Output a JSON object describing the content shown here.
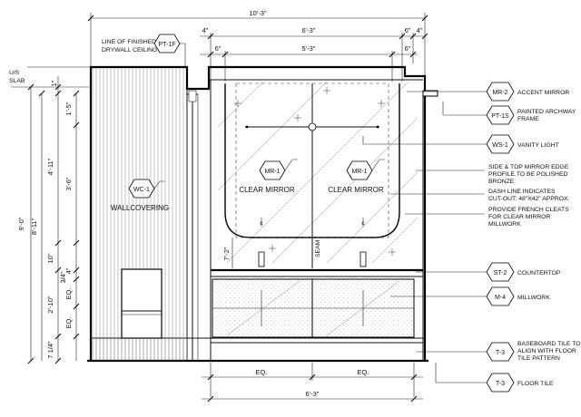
{
  "dims": {
    "overall_width": "10'-3\"",
    "w_4a": "4\"",
    "w_63_top": "6'-3\"",
    "w_6_right": "6\"",
    "w_4_right": "4\"",
    "w_6_left": "6\"",
    "w_53": "5'-3\"",
    "w_6_right2": "6\"",
    "h_9_0": "9'-0\"",
    "h_8_11": "8'-11\"",
    "h_1": "1\"",
    "h_1_5": "1'-5\"",
    "h_4_11": "4'-11\"",
    "h_3_6": "3'-6\"",
    "h_10": "10\"",
    "h_4": "4\"",
    "h_3_4": "3/4\"",
    "eq_upper": "EQ.",
    "h_2_10": "2'-10\"",
    "eq_lower": "EQ.",
    "h_7_1_4": "7 1/4\"",
    "h_7_2": "7'-2\"",
    "eq_bottom_left": "EQ.",
    "eq_bottom_right": "EQ.",
    "bottom_width": "6'-3\""
  },
  "left_labels": {
    "us": "U/S",
    "slab": "SLAB"
  },
  "ceiling_note": {
    "line1": "LINE OF FINISHED",
    "line2": "DRYWALL CEILING",
    "tag": "PT-1F"
  },
  "tags": {
    "wc1": "WC-1",
    "mr1a": "MR-1",
    "mr1b": "MR-1",
    "mr2": "MR-2",
    "pt1s": "PT-1S",
    "ws1": "WS-1",
    "st2": "ST-2",
    "m4": "M-4",
    "t3a": "T-3",
    "t3b": "T-3"
  },
  "inline_labels": {
    "wallcovering": "WALLCOVERING",
    "clear_mirror_a": "CLEAR MIRROR",
    "clear_mirror_b": "CLEAR MIRROR",
    "seam": "SEAM"
  },
  "right_notes": {
    "mr2": "ACCENT MIRROR",
    "pt1s_1": "PAINTED ARCHWAY",
    "pt1s_2": "FRAME",
    "ws1": "VANITY LIGHT",
    "n1_1": "SIDE & TOP MIRROR EDGE",
    "n1_2": "PROFILE TO BE POLISHED",
    "n1_3": "BRONZE",
    "n2_1": "DASH LINE INDICATES",
    "n2_2": "CUT-OUT: 48\"X42\" APPROX.",
    "n3_1": "PROVIDE FRENCH CLEATS",
    "n3_2": "FOR CLEAR MIRROR",
    "n3_3": "MILLWORK",
    "st2": "COUNTERTOP",
    "m4": "MILLWORK",
    "t3a_1": "BASEBOARD TILE TO",
    "t3a_2": "ALIGN WITH FLOOR",
    "t3a_3": "TILE PATTERN",
    "t3b": "FLOOR TILE"
  }
}
